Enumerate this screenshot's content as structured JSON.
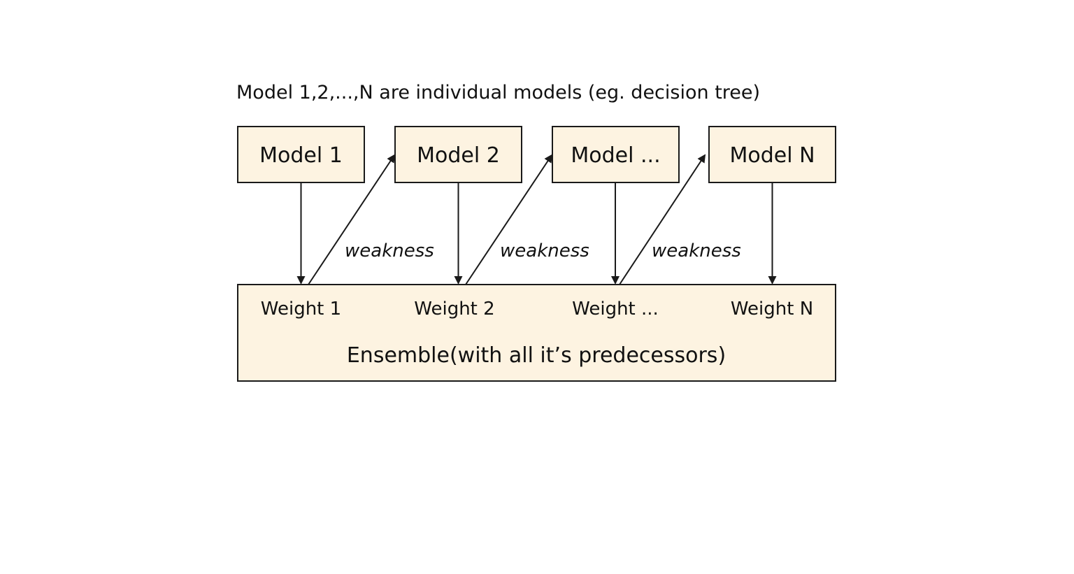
{
  "caption": "Model 1,2,...,N are individual models (eg. decision tree)",
  "colors": {
    "box_fill": "#fdf3e1",
    "stroke": "#1a1a1a",
    "text": "#111111",
    "background": "#ffffff"
  },
  "models": [
    {
      "label": "Model 1"
    },
    {
      "label": "Model 2"
    },
    {
      "label": "Model ..."
    },
    {
      "label": "Model N"
    }
  ],
  "weights": [
    {
      "label": "Weight 1"
    },
    {
      "label": "Weight 2"
    },
    {
      "label": "Weight ..."
    },
    {
      "label": "Weight N"
    }
  ],
  "feedback_edges": [
    {
      "label": "weakness"
    },
    {
      "label": "weakness"
    },
    {
      "label": "weakness"
    }
  ],
  "ensemble": {
    "label": "Ensemble(with all it’s predecessors)"
  }
}
